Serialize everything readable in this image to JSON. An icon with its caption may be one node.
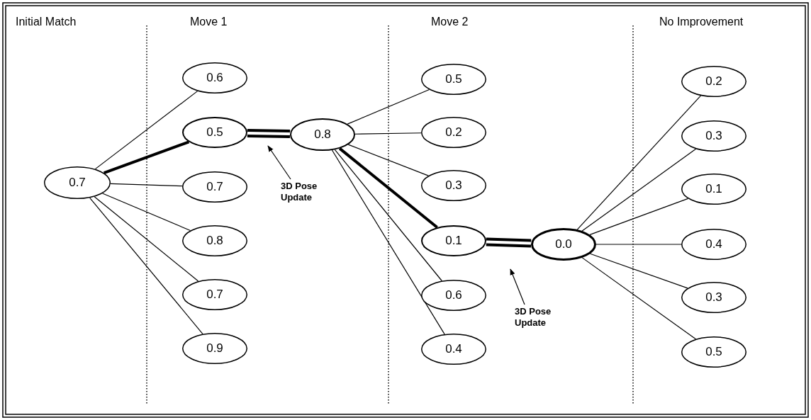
{
  "diagram": {
    "nodes": [
      {
        "text": [
          "0.7"
        ]
      },
      {
        "text": [
          "0.6"
        ]
      },
      {
        "text": [
          "0.5"
        ]
      },
      {
        "text": [
          "0.7"
        ]
      },
      {
        "text": [
          "0.8"
        ]
      },
      {
        "text": [
          "0.7"
        ]
      },
      {
        "text": [
          "0.9"
        ]
      },
      {
        "text": [
          "0.8"
        ]
      },
      {
        "text": [
          "0.5"
        ]
      },
      {
        "text": [
          "0.2"
        ]
      },
      {
        "text": [
          "0.3"
        ]
      },
      {
        "text": [
          "0.1"
        ]
      },
      {
        "text": [
          "0.6"
        ]
      },
      {
        "text": [
          "0.4"
        ]
      },
      {
        "text": [
          "0.0"
        ]
      },
      {
        "text": [
          "0.2"
        ]
      },
      {
        "text": [
          "0.3"
        ]
      },
      {
        "text": [
          "0.1"
        ]
      },
      {
        "text": [
          "0.4"
        ]
      },
      {
        "text": [
          "0.3"
        ]
      },
      {
        "text": [
          "0.5"
        ]
      },
      {
        "text": [
          "3D Pose Update"
        ]
      },
      {
        "text": [
          "3D Pose Update"
        ]
      }
    ],
    "edges": [
      {
        "from": 0,
        "to": 1,
        "arrow": "none"
      },
      {
        "from": 0,
        "to": 2,
        "arrow": "none",
        "style": "thick"
      },
      {
        "from": 0,
        "to": 3,
        "arrow": "none"
      },
      {
        "from": 0,
        "to": 4,
        "arrow": "none"
      },
      {
        "from": 0,
        "to": 5,
        "arrow": "none"
      },
      {
        "from": 0,
        "to": 6,
        "arrow": "none"
      },
      {
        "from": 2,
        "to": 7,
        "arrow": "none",
        "style": "thick"
      },
      {
        "from": 7,
        "to": 8,
        "arrow": "none"
      },
      {
        "from": 7,
        "to": 9,
        "arrow": "none"
      },
      {
        "from": 7,
        "to": 10,
        "arrow": "none"
      },
      {
        "from": 7,
        "to": 11,
        "arrow": "none",
        "style": "thick"
      },
      {
        "from": 7,
        "to": 12,
        "arrow": "none"
      },
      {
        "from": 7,
        "to": 13,
        "arrow": "none"
      },
      {
        "from": 11,
        "to": 14,
        "arrow": "none",
        "style": "thick"
      },
      {
        "from": 14,
        "to": 15,
        "arrow": "none"
      },
      {
        "from": 14,
        "to": 16,
        "arrow": "none"
      },
      {
        "from": 14,
        "to": 17,
        "arrow": "none"
      },
      {
        "from": 14,
        "to": 18,
        "arrow": "none"
      },
      {
        "from": 14,
        "to": 19,
        "arrow": "none"
      },
      {
        "from": 14,
        "to": 20,
        "arrow": "none"
      },
      {
        "from": 21,
        "to": null,
        "arrow": "to"
      },
      {
        "from": 22,
        "to": null,
        "arrow": "to"
      }
    ],
    "labels": [
      "Initial Match",
      "Move 1",
      "Move 2",
      "No Improvement"
    ]
  }
}
